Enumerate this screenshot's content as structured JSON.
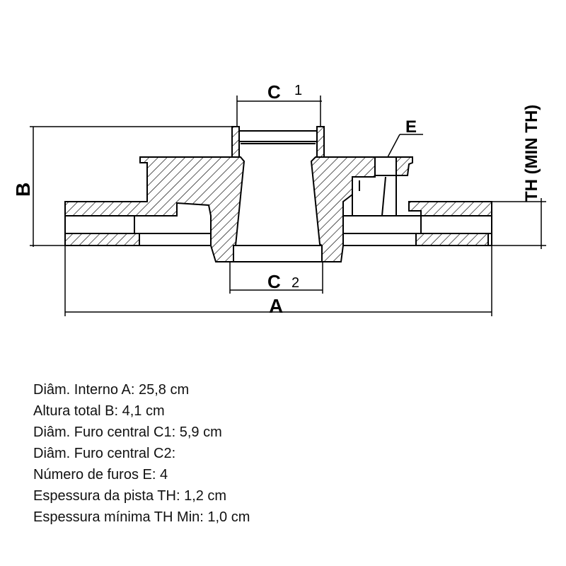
{
  "diagram": {
    "labels": {
      "c1_letter": "C",
      "c1_index": "1",
      "c2_letter": "C",
      "c2_index": "2",
      "a": "A",
      "b": "B",
      "e": "E",
      "th": "TH (MIN TH)"
    }
  },
  "specs": [
    "Diâm. Interno A: 25,8 cm",
    "Altura total B: 4,1 cm",
    "Diâm. Furo central C1: 5,9 cm",
    "Diâm. Furo central C2:",
    "Número de furos E: 4",
    "Espessura da pista TH: 1,2 cm",
    "Espessura mínima TH Min: 1,0 cm"
  ]
}
